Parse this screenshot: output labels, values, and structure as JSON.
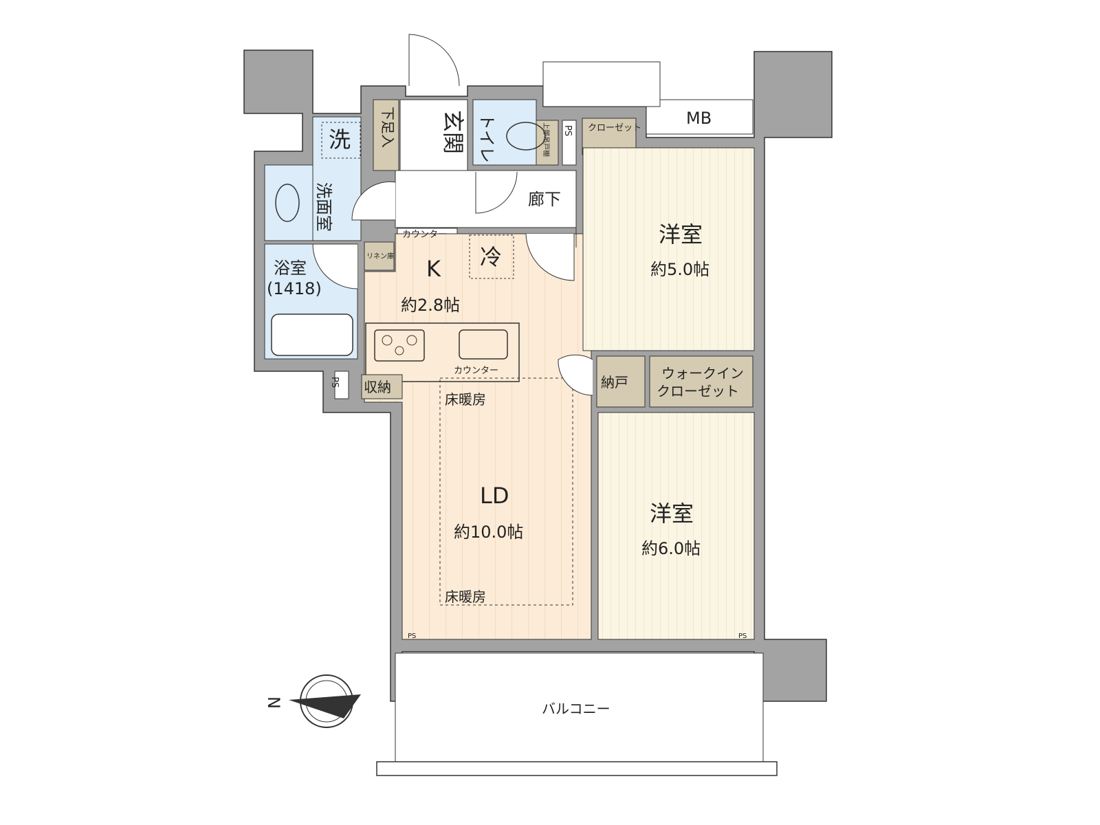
{
  "colors": {
    "wall": "#a3a3a3",
    "wet_room": "#dcecf8",
    "kitchen_living": "#fcebd6",
    "western_room": "#fbf5e3",
    "storage": "#d5cbb2",
    "outline": "#222222"
  },
  "rooms": {
    "entrance": "玄関",
    "shoe_box": "下足入",
    "toilet": "トイレ",
    "upper_cabinet": "上部吊戸棚",
    "ps": "PS",
    "closet": "クローゼット",
    "mb": "MB",
    "washer": "洗",
    "washroom": "洗面室",
    "hallway": "廊下",
    "counter_top": "カウンター",
    "linen": "リネン庫",
    "fridge": "冷",
    "bath": "浴室",
    "bath_size": "(1418)",
    "kitchen": "K",
    "kitchen_size": "約2.8帖",
    "counter": "カウンター",
    "storage": "収納",
    "floor_heating": "床暖房",
    "ld": "LD",
    "ld_size": "約10.0帖",
    "western1": "洋室",
    "western1_size": "約5.0帖",
    "nando": "納戸",
    "wic": "ウォークイン",
    "wic2": "クローゼット",
    "western2": "洋室",
    "western2_size": "約6.0帖",
    "balcony": "バルコニー",
    "ps_small": "PS"
  },
  "compass": {
    "label": "N",
    "icon": "compass-icon"
  }
}
